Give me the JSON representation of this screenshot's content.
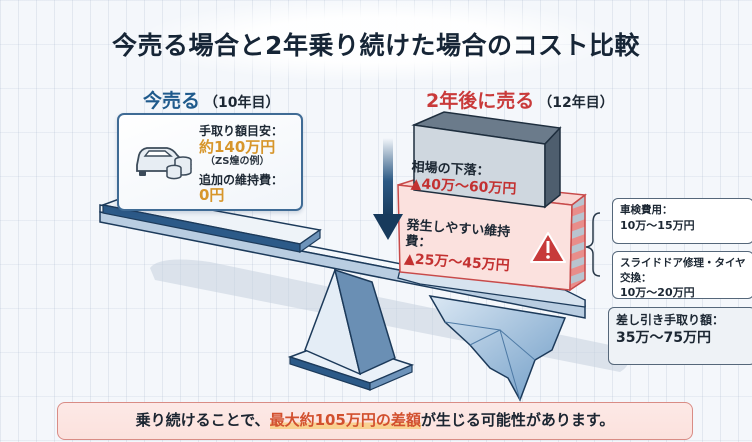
{
  "title": "今売る場合と2年乗り続けた場合のコスト比較",
  "left": {
    "heading": "今売る",
    "heading_sub": "（10年目）",
    "icon": "car-with-coins-icon",
    "items": [
      {
        "label": "手取り額目安：",
        "value": "約140万円",
        "note": "（ZS煌の例）"
      },
      {
        "label": "追加の維持費：",
        "value": "0円"
      }
    ]
  },
  "right": {
    "heading": "2年後に売る",
    "heading_sub": "（12年目）",
    "blocks": [
      {
        "label": "相場の下落：",
        "value": "▲40万～60万円",
        "color": "#5b6b7b"
      },
      {
        "label": "発生しやすい維持費：",
        "value": "▲25万～45万円",
        "color": "#f6c9c6",
        "icon": "warning-icon"
      }
    ],
    "arrow_icon": "down-arrow-icon",
    "breakdown": [
      {
        "label": "車検費用：",
        "value": "10万～15万円"
      },
      {
        "label": "スライドドア修理・タイヤ交換：",
        "value": "10万～20万円"
      }
    ],
    "net": {
      "label": "差し引き手取り額：",
      "value": "35万～75万円"
    }
  },
  "banner": {
    "prefix": "乗り続けることで、",
    "highlight": "最大約105万円の差額",
    "suffix": "が生じる可能性があります。"
  },
  "colors": {
    "navy": "#1f4e79",
    "red": "#c93a3a",
    "gold": "#d7962b",
    "banner_bg": "#fde9e6"
  }
}
